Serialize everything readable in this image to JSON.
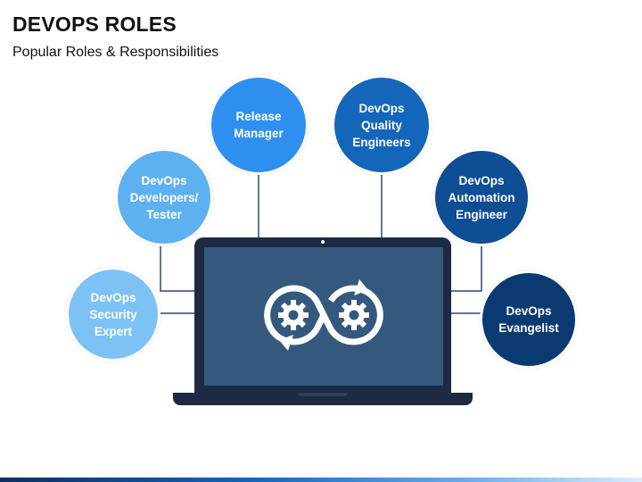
{
  "header": {
    "title": "DEVOPS ROLES",
    "subtitle": "Popular Roles & Responsibilities"
  },
  "roles": [
    {
      "label": "DevOps\nSecurity\nExpert",
      "color": "#7cc2f5"
    },
    {
      "label": "DevOps\nDevelopers/\nTester",
      "color": "#5eb1f0"
    },
    {
      "label": "Release\nManager",
      "color": "#2f8ff0"
    },
    {
      "label": "DevOps\nQuality\nEngineers",
      "color": "#1466bb"
    },
    {
      "label": "DevOps\nAutomation\nEngineer",
      "color": "#0e4e94"
    },
    {
      "label": "DevOps\nEvangelist",
      "color": "#0b3a72"
    }
  ],
  "center_icon": "devops-infinity-gears-icon",
  "colors": {
    "laptop_frame": "#1d2a44",
    "laptop_screen": "#35597e",
    "connector": "#2c4a70"
  }
}
